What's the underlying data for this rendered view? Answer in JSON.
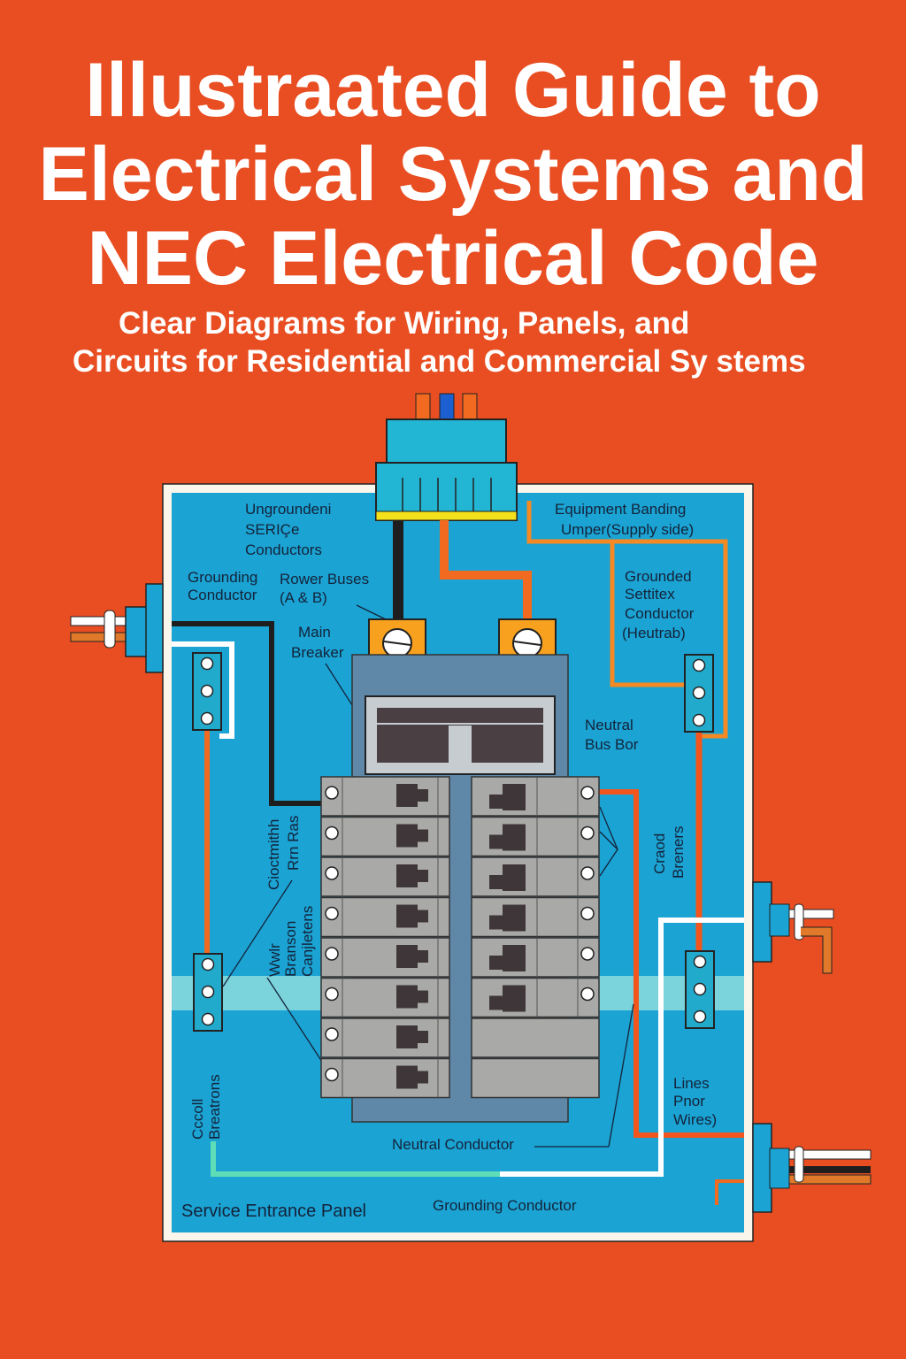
{
  "title": {
    "line1": "Illustraated Guide to",
    "line2": "Electrical Systems and",
    "line3": "NEC Electrical Code"
  },
  "subtitle": {
    "line1": "Clear Diagrams for Wiring, Panels, and",
    "line2": "Circuits for Residential and Commercial Sy stems"
  },
  "diagram": {
    "labels": {
      "ungrounded": [
        "Ungroundeni",
        "SERIÇe",
        "Conductors"
      ],
      "grounding_conductor": [
        "Grounding",
        "Conductor"
      ],
      "power_buses": [
        "Rower Buses",
        "(A & B)"
      ],
      "main_breaker": [
        "Main",
        "Breaker"
      ],
      "bonding_jumper": [
        "Equipment Banding",
        "Umper(Supply side)"
      ],
      "grounded_conductor": [
        "Grounded",
        "Settitex",
        "Conductor",
        "(Heutrab)"
      ],
      "neutral_bus": [
        "Neutral",
        "Bus Bor"
      ],
      "circuit_breakers_right": [
        "Craod",
        "Breners"
      ],
      "left_rot1": [
        "Cioctmithh",
        "Rrn Ras"
      ],
      "left_rot2": [
        "Wwlr",
        "Branson",
        "Canjletens"
      ],
      "circuit_breakers_left": [
        "Cccoll",
        "Breatrons"
      ],
      "line_wires": [
        "Lines",
        "Pnor",
        "Wires)"
      ],
      "neutral_conductor": "Neutral Conductor",
      "grounding_conductor_bottom": "Grounding Conductor",
      "service_entrance_panel": "Service Entrance Panel"
    },
    "colors": {
      "background": "#E84E22",
      "panel": "#1BA3D3",
      "wire_orange": "#F26A1F",
      "breaker": "#A9AAA8"
    }
  }
}
